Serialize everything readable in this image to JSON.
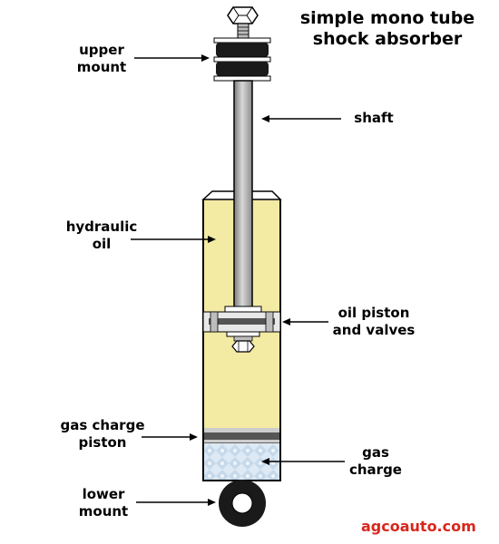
{
  "title": {
    "line1": "simple mono tube",
    "line2": "shock absorber"
  },
  "labels": {
    "upper_mount": {
      "line1": "upper",
      "line2": "mount"
    },
    "shaft": "shaft",
    "hydraulic_oil": {
      "line1": "hydraulic",
      "line2": "oil"
    },
    "oil_piston": {
      "line1": "oil piston",
      "line2": "and valves"
    },
    "gas_charge_piston": {
      "line1": "gas charge",
      "line2": "piston"
    },
    "gas_charge": {
      "line1": "gas",
      "line2": "charge"
    },
    "lower_mount": {
      "line1": "lower",
      "line2": "mount"
    }
  },
  "brand": "agcoauto.com",
  "colors": {
    "oil": "#f3eaa4",
    "shaft": "#a9a9a9",
    "rubber": "#1a1a1a",
    "gas": "#d8e6f2",
    "brand": "#d9261c"
  }
}
